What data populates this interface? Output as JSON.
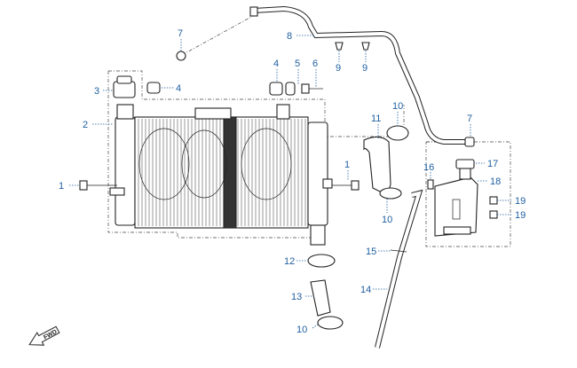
{
  "callouts": [
    {
      "id": "c1a",
      "label": "1"
    },
    {
      "id": "c1b",
      "label": "1"
    },
    {
      "id": "c2",
      "label": "2"
    },
    {
      "id": "c3",
      "label": "3"
    },
    {
      "id": "c4a",
      "label": "4"
    },
    {
      "id": "c4b",
      "label": "4"
    },
    {
      "id": "c5",
      "label": "5"
    },
    {
      "id": "c6",
      "label": "6"
    },
    {
      "id": "c7a",
      "label": "7"
    },
    {
      "id": "c7b",
      "label": "7"
    },
    {
      "id": "c8",
      "label": "8"
    },
    {
      "id": "c9a",
      "label": "9"
    },
    {
      "id": "c9b",
      "label": "9"
    },
    {
      "id": "c10a",
      "label": "10"
    },
    {
      "id": "c10b",
      "label": "10"
    },
    {
      "id": "c10c",
      "label": "10"
    },
    {
      "id": "c11",
      "label": "11"
    },
    {
      "id": "c12",
      "label": "12"
    },
    {
      "id": "c13",
      "label": "13"
    },
    {
      "id": "c14",
      "label": "14"
    },
    {
      "id": "c15",
      "label": "15"
    },
    {
      "id": "c16",
      "label": "16"
    },
    {
      "id": "c17",
      "label": "17"
    },
    {
      "id": "c18",
      "label": "18"
    },
    {
      "id": "c19a",
      "label": "19"
    },
    {
      "id": "c19b",
      "label": "19"
    }
  ],
  "forward_arrow": {
    "label": "FWD",
    "icon": "forward-arrow-icon"
  },
  "colors": {
    "callout": "#1f5fa0",
    "line": "#222222"
  }
}
